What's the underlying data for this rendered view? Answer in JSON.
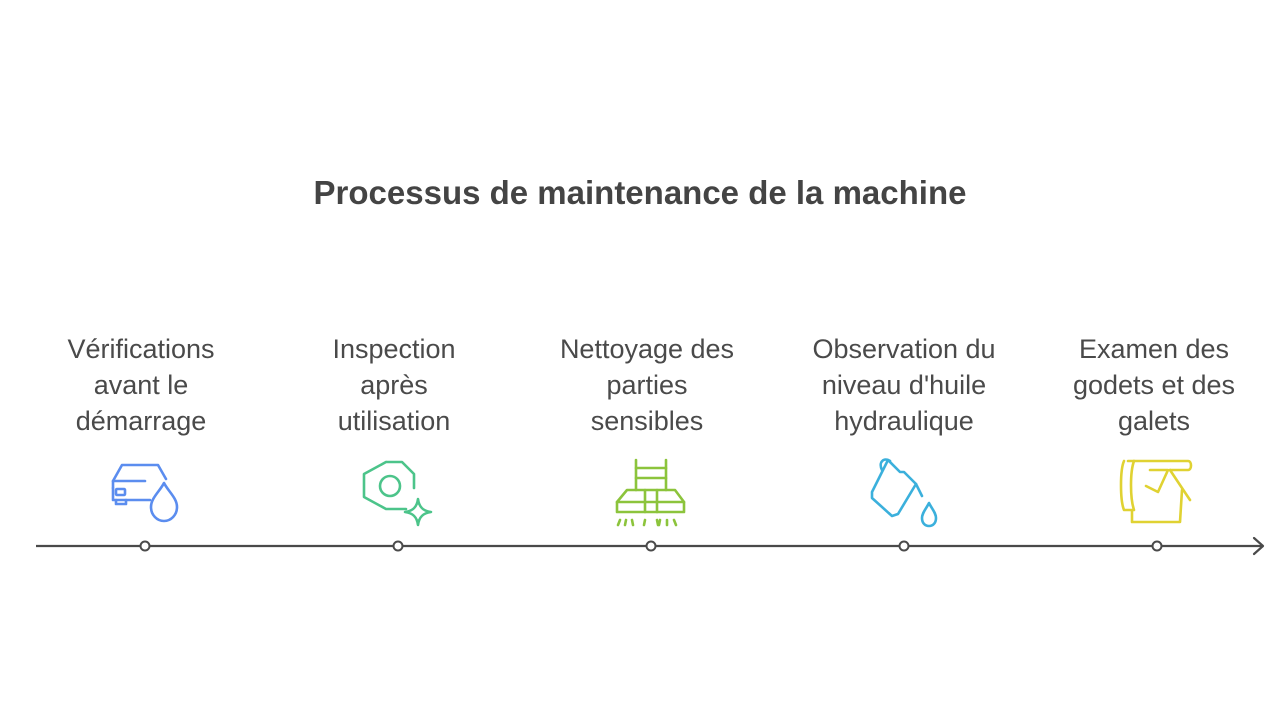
{
  "title": "Processus de maintenance de la machine",
  "steps": [
    {
      "label": "Vérifications\navant le\ndémarrage",
      "icon": "car-wash-icon",
      "color": "#5b8def"
    },
    {
      "label": "Inspection\naprès\nutilisation",
      "icon": "gear-sparkle-icon",
      "color": "#4cc48a"
    },
    {
      "label": "Nettoyage des\nparties\nsensibles",
      "icon": "cleaning-brush-icon",
      "color": "#8cc43c"
    },
    {
      "label": "Observation du\nniveau d'huile\nhydraulique",
      "icon": "oil-pour-icon",
      "color": "#3bb0dc"
    },
    {
      "label": "Examen des\ngodets et des\ngalets",
      "icon": "bucket-icon",
      "color": "#e0d232"
    }
  ],
  "colors": {
    "line": "#4a4a4a",
    "text": "#4a4a4a",
    "title": "#444444"
  }
}
